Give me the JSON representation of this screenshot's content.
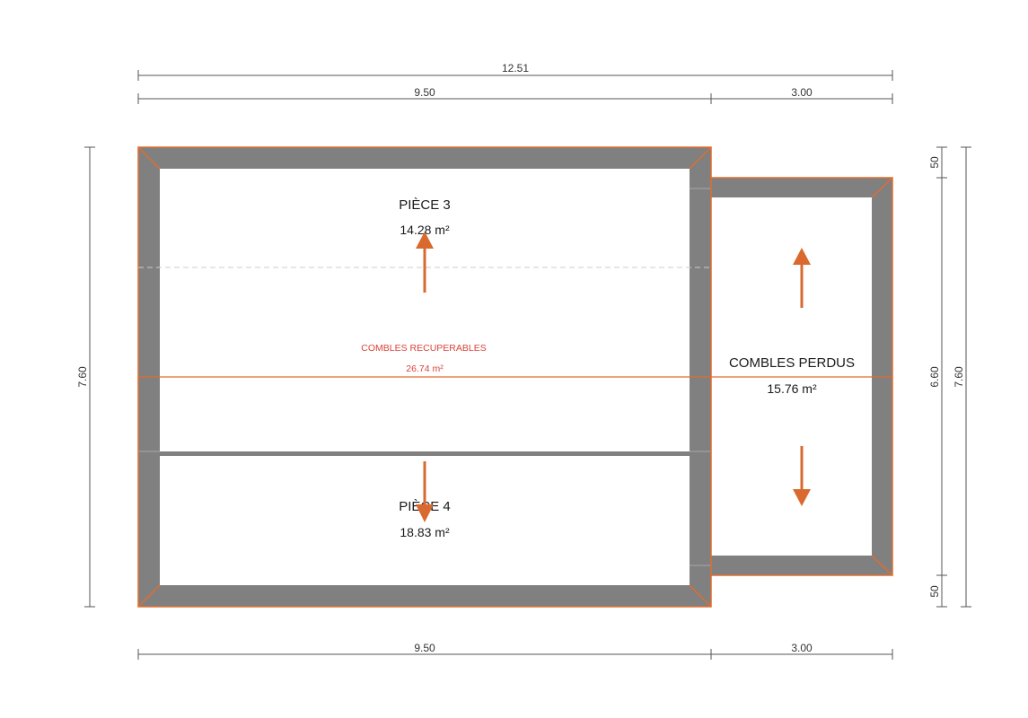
{
  "dimensions": {
    "top_total": "12.51",
    "top_left": "9.50",
    "top_right": "3.00",
    "bottom_left": "9.50",
    "bottom_right": "3.00",
    "left_height": "7.60",
    "right_top_offset": "50",
    "right_middle": "6.60",
    "right_bottom_offset": "50",
    "right_total": "7.60"
  },
  "rooms": {
    "piece3": {
      "name": "PIÈCE 3",
      "area": "14.28 m²"
    },
    "piece4": {
      "name": "PIÈCE 4",
      "area": "18.83 m²"
    },
    "combles_perdus": {
      "name": "COMBLES PERDUS",
      "area": "15.76 m²"
    },
    "combles_recuperables": {
      "name": "COMBLES RECUPERABLES",
      "area": "26.74 m²"
    }
  },
  "colors": {
    "wall": "#808080",
    "outline": "#e06d2e",
    "arrow": "#d9692f",
    "red_text": "#d9443a",
    "dimension_line": "#555555"
  }
}
